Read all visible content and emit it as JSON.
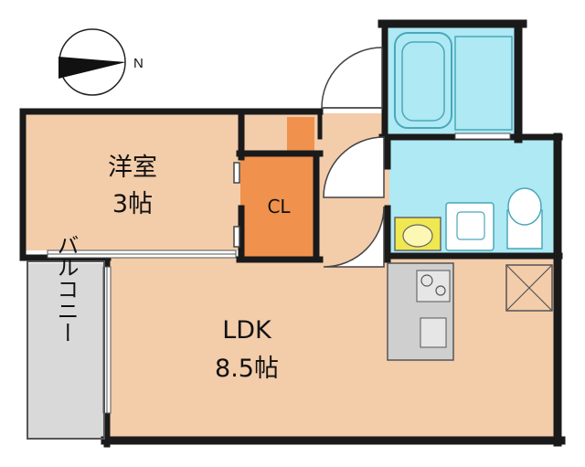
{
  "compass": {
    "label": "N",
    "icon": "compass-arrow-icon"
  },
  "rooms": {
    "western": {
      "name": "洋室",
      "size": "3帖"
    },
    "closet": {
      "name": "CL"
    },
    "ldk": {
      "name": "LDK",
      "size": "8.5帖"
    },
    "balcony": {
      "name": "バルコニー"
    }
  },
  "colors": {
    "room_fill": "#f3ccaa",
    "closet_fill": "#f0914e",
    "wet_area_fill": "#aee9f4",
    "balcony_fill": "#d9d9d9",
    "wall": "#1a1a1a"
  }
}
